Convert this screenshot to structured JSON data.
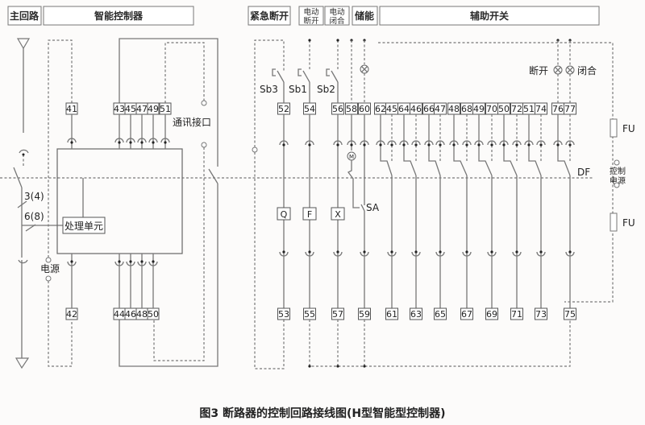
{
  "headers": {
    "main_circuit": "主回路",
    "intelligent_controller": "智能控制器",
    "emergency_open": "紧急断开",
    "motor_open_line1": "电动",
    "motor_open_line2": "断开",
    "motor_close_line1": "电动",
    "motor_close_line2": "闭合",
    "energy_storage": "储能",
    "auxiliary_switch": "辅助开关"
  },
  "controller": {
    "top_terminals": [
      "41",
      "43",
      "45",
      "47",
      "49",
      "51"
    ],
    "bottom_terminals": [
      "42",
      "44",
      "46",
      "48",
      "50"
    ],
    "processing_unit": "处理单元",
    "comm_port": "通讯接口",
    "power_label": "电源",
    "pole_label_1": "3(4)",
    "pole_label_2": "6(8)"
  },
  "buttons": {
    "sb3": "Sb3",
    "sb1": "Sb1",
    "sb2": "Sb2"
  },
  "top_terminal_row": [
    "52",
    "54",
    "56",
    "58",
    "60",
    "62",
    "45",
    "64",
    "46",
    "66",
    "47",
    "48",
    "68",
    "49",
    "70",
    "50",
    "72",
    "51",
    "74",
    "76",
    "77"
  ],
  "bottom_terminal_row": [
    "53",
    "55",
    "57",
    "59",
    "61",
    "63",
    "65",
    "67",
    "69",
    "71",
    "73",
    "75"
  ],
  "coils": {
    "q": "Q",
    "f": "F",
    "x": "X",
    "motor": "M",
    "sa": "SA"
  },
  "lamps": {
    "open": "断开",
    "close": "闭合"
  },
  "aux": {
    "df": "DF",
    "fuse": "FU",
    "control_power_line1": "控制",
    "control_power_line2": "电源"
  },
  "caption": "图3  断路器的控制回路接线图(H型智能型控制器)"
}
